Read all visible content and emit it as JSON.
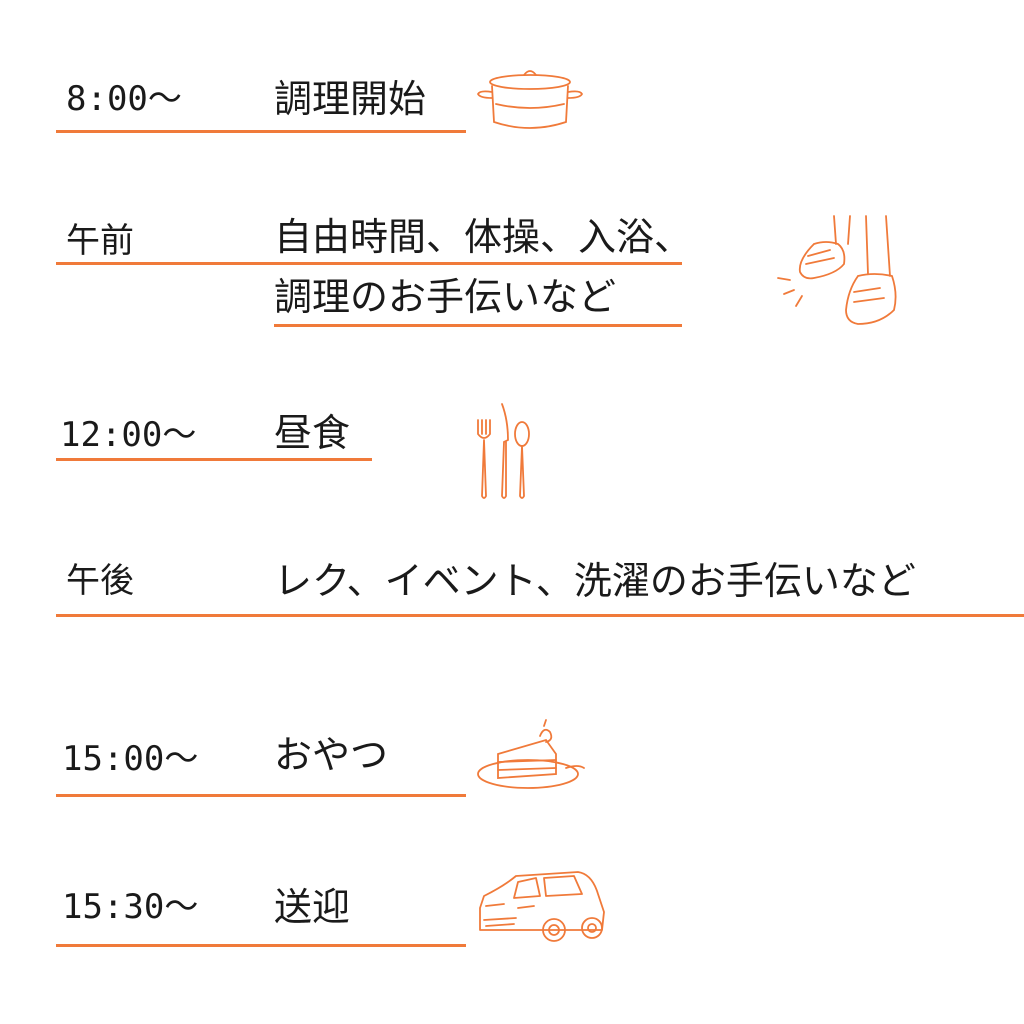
{
  "schedule": [
    {
      "time": "8:00〜",
      "activity": "調理開始"
    },
    {
      "time": "午前",
      "activity": "自由時間、体操、入浴、",
      "activity_line2": "調理のお手伝いなど"
    },
    {
      "time": "12:00〜",
      "activity": "昼食"
    },
    {
      "time": "午後",
      "activity": "レク、イベント、洗濯のお手伝いなど"
    },
    {
      "time": "15:00〜",
      "activity": "おやつ"
    },
    {
      "time": "15:30〜",
      "activity": "送迎"
    }
  ],
  "colors": {
    "accent": "#f07a3a",
    "text": "#1a1a1a",
    "background": "#ffffff"
  },
  "icons": [
    "pot-icon",
    "shoes-icon",
    "cutlery-icon",
    "cake-icon",
    "car-icon"
  ]
}
